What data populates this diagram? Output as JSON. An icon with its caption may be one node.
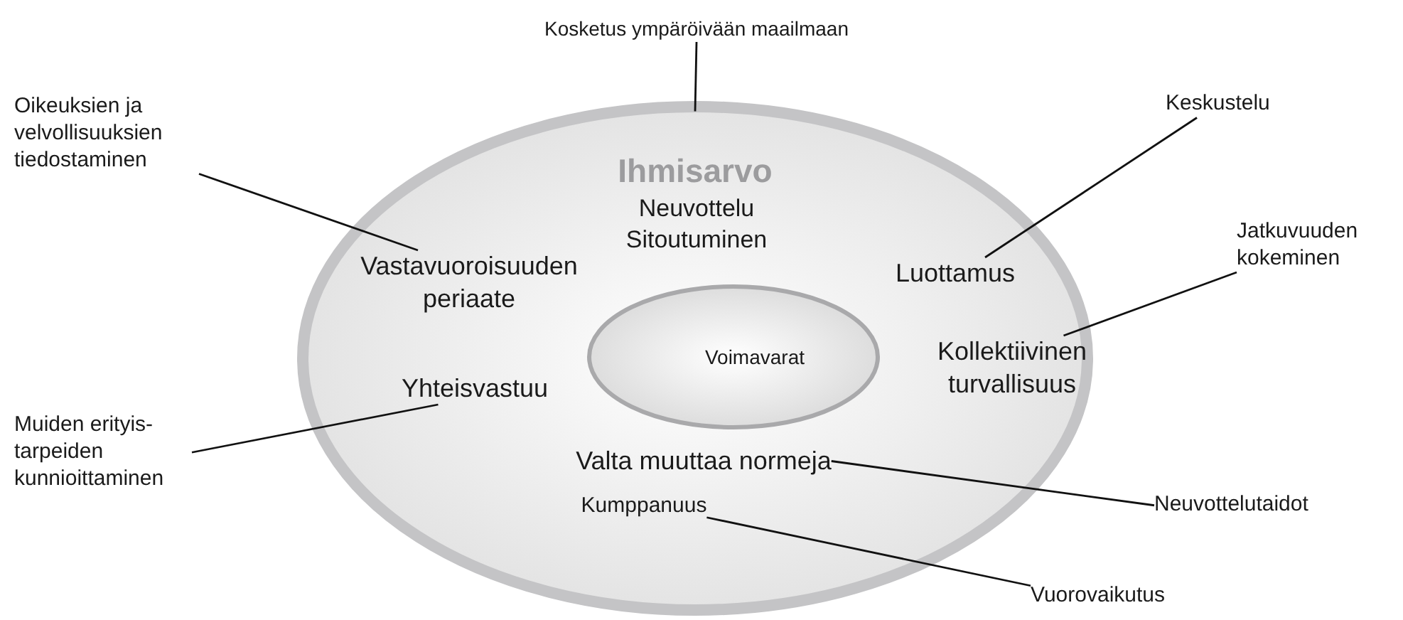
{
  "diagram": {
    "nodes": [
      {
        "text": [
          "Ihmisarvo"
        ]
      },
      {
        "text": [
          "Neuvottelu"
        ],
        "in": 0
      },
      {
        "text": [
          "Sitoutuminen"
        ],
        "in": 0
      },
      {
        "text": [
          "Vastavuoroisuuden periaate"
        ],
        "in": 0
      },
      {
        "text": [
          "Luottamus"
        ],
        "in": 0
      },
      {
        "text": [
          "Voimavarat"
        ],
        "in": 0
      },
      {
        "text": [
          "Kollektiivinen turvallisuus"
        ],
        "in": 0
      },
      {
        "text": [
          "Yhteisvastuu"
        ],
        "in": 0
      },
      {
        "text": [
          "Valta muuttaa normeja"
        ],
        "in": 0
      },
      {
        "text": [
          "Kumppanuus"
        ],
        "in": 0
      },
      {
        "text": [
          "Kosketus ympäröivään maailmaan"
        ]
      },
      {
        "text": [
          "Oikeuksien ja velvollisuuksien tiedostaminen"
        ]
      },
      {
        "text": [
          "Keskustelu"
        ]
      },
      {
        "text": [
          "Jatkuvuuden kokeminen"
        ]
      },
      {
        "text": [
          "Muiden erityis- tarpeiden kunnioittaminen"
        ]
      },
      {
        "text": [
          "Neuvottelutaidot"
        ]
      },
      {
        "text": [
          "Vuorovaikutus"
        ]
      }
    ],
    "edges": [
      {
        "from": 10,
        "to": 0,
        "arrow": "none"
      },
      {
        "from": 11,
        "to": 3,
        "arrow": "none"
      },
      {
        "from": 12,
        "to": 4,
        "arrow": "none"
      },
      {
        "from": 13,
        "to": 6,
        "arrow": "none"
      },
      {
        "from": 14,
        "to": 7,
        "arrow": "none"
      },
      {
        "from": 8,
        "to": 15,
        "arrow": "none"
      },
      {
        "from": 9,
        "to": 16,
        "arrow": "none"
      }
    ]
  }
}
